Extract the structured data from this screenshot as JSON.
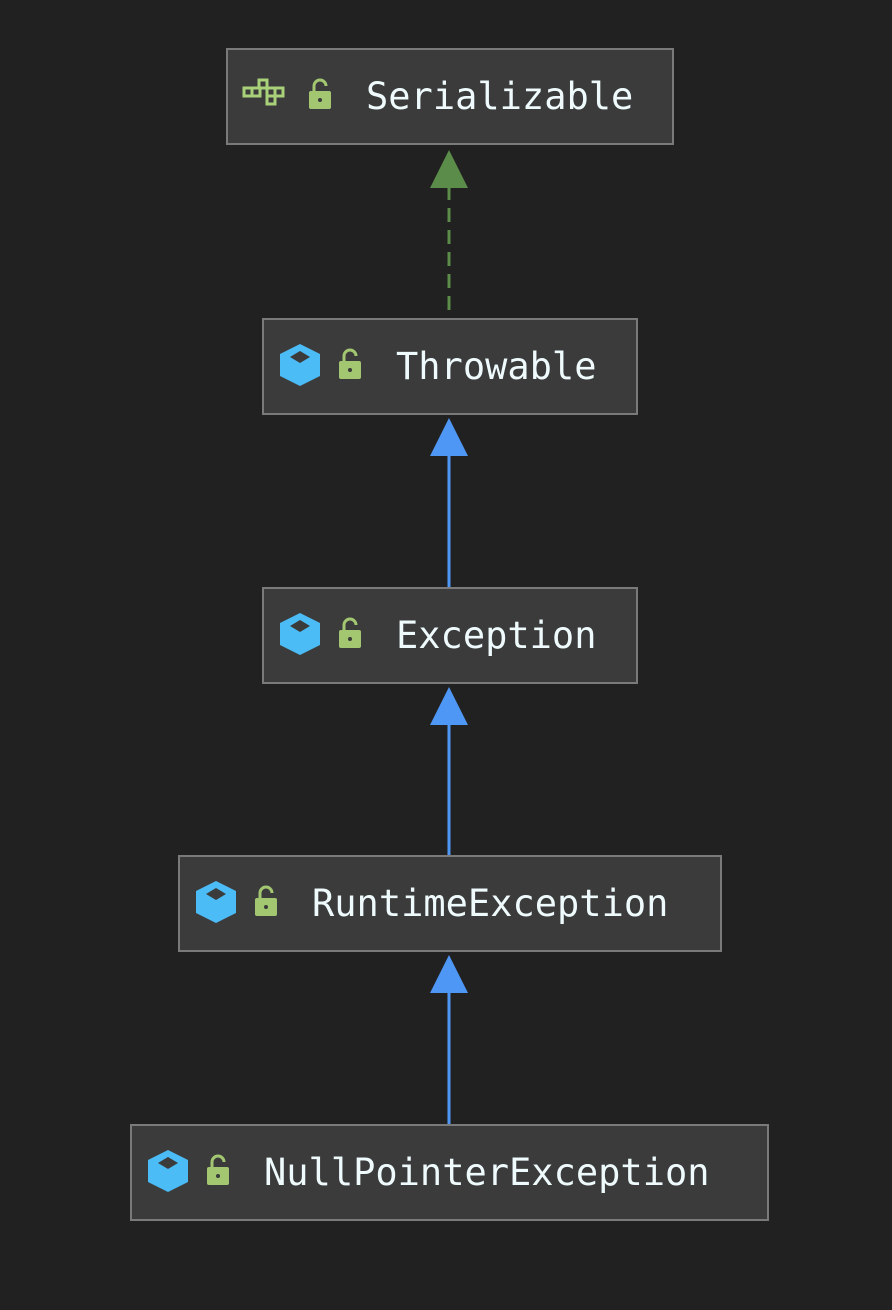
{
  "nodes": [
    {
      "name": "Serializable",
      "kind": "interface",
      "icon": "interface-icon",
      "visibility": "public"
    },
    {
      "name": "Throwable",
      "kind": "class",
      "icon": "class-icon",
      "visibility": "public"
    },
    {
      "name": "Exception",
      "kind": "class",
      "icon": "class-icon",
      "visibility": "public"
    },
    {
      "name": "RuntimeException",
      "kind": "class",
      "icon": "class-icon",
      "visibility": "public"
    },
    {
      "name": "NullPointerException",
      "kind": "class",
      "icon": "class-icon",
      "visibility": "public"
    }
  ],
  "edges": [
    {
      "from": "Throwable",
      "to": "Serializable",
      "type": "implements",
      "color": "#5b8c4a",
      "style": "dashed"
    },
    {
      "from": "Exception",
      "to": "Throwable",
      "type": "extends",
      "color": "#4e97f5",
      "style": "solid"
    },
    {
      "from": "RuntimeException",
      "to": "Exception",
      "type": "extends",
      "color": "#4e97f5",
      "style": "solid"
    },
    {
      "from": "NullPointerException",
      "to": "RuntimeException",
      "type": "extends",
      "color": "#4e97f5",
      "style": "solid"
    }
  ],
  "colors": {
    "background": "#212121",
    "node": "#3b3b3b",
    "border": "#7a7a7a",
    "class_icon": "#4bbcf6",
    "interface_icon": "#a8d17a",
    "lock_icon": "#a3c771"
  }
}
